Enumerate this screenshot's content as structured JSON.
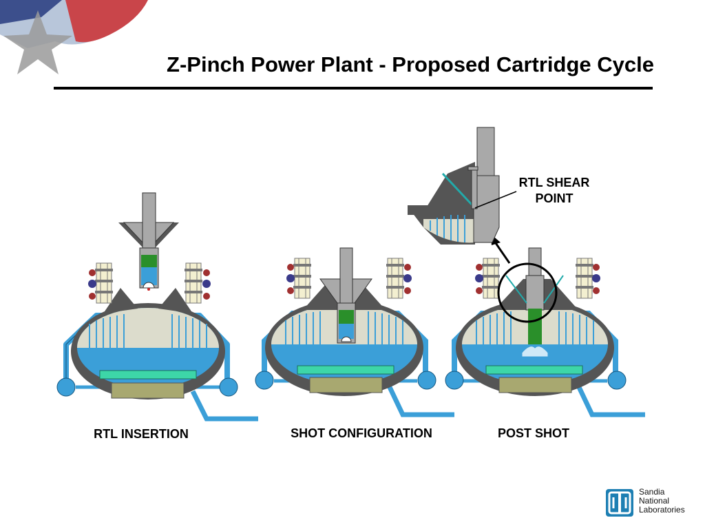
{
  "slide": {
    "title": "Z-Pinch Power Plant - Proposed Cartridge Cycle"
  },
  "panels": [
    {
      "caption": "RTL INSERTION"
    },
    {
      "caption": "SHOT CONFIGURATION"
    },
    {
      "caption": "POST SHOT"
    }
  ],
  "callout": {
    "line1": "RTL SHEAR",
    "line2": "POINT"
  },
  "logo": {
    "line1": "Sandia",
    "line2": "National",
    "line3": "Laboratories"
  },
  "colors": {
    "water": "#3b9fd8",
    "chamber_shell": "#555555",
    "chamber_gas": "#dcdccc",
    "rtl_gray": "#a9a9a9",
    "cartridge_green": "#2a8f2a",
    "pad_green": "#3dd6a8",
    "base_olive": "#a8a870",
    "coil_red": "#a03030",
    "coil_blue": "#3a3a8a"
  }
}
